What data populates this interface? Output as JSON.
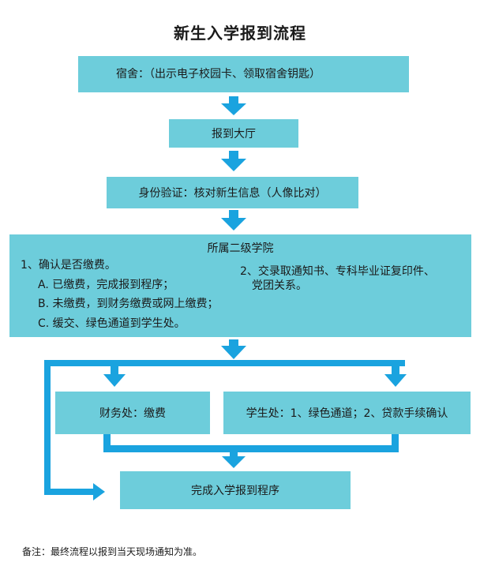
{
  "title": "新生入学报到流程",
  "steps": {
    "dorm": "宿舍：（出示电子校园卡、领取宿舍钥匙）",
    "hall": "报到大厅",
    "verify": "身份验证：核对新生信息（人像比对）",
    "college": {
      "heading": "所属二级学院",
      "item1": "1、确认是否缴费。",
      "item1_a": "A. 已缴费，完成报到程序；",
      "item1_b": "B. 未缴费，到财务缴费或网上缴费；",
      "item1_c": "C. 缓交、绿色通道到学生处。",
      "item2_line1": "2、交录取通知书、专科毕业证复印件、",
      "item2_line2": "党团关系。"
    },
    "finance": "财务处：缴费",
    "student_office": "学生处：1、绿色通道；2、贷款手续确认",
    "complete": "完成入学报到程序"
  },
  "note": "备注：最终流程以报到当天现场通知为准。",
  "colors": {
    "box_fill": "#6dcddb",
    "arrow": "#1aa3df"
  }
}
